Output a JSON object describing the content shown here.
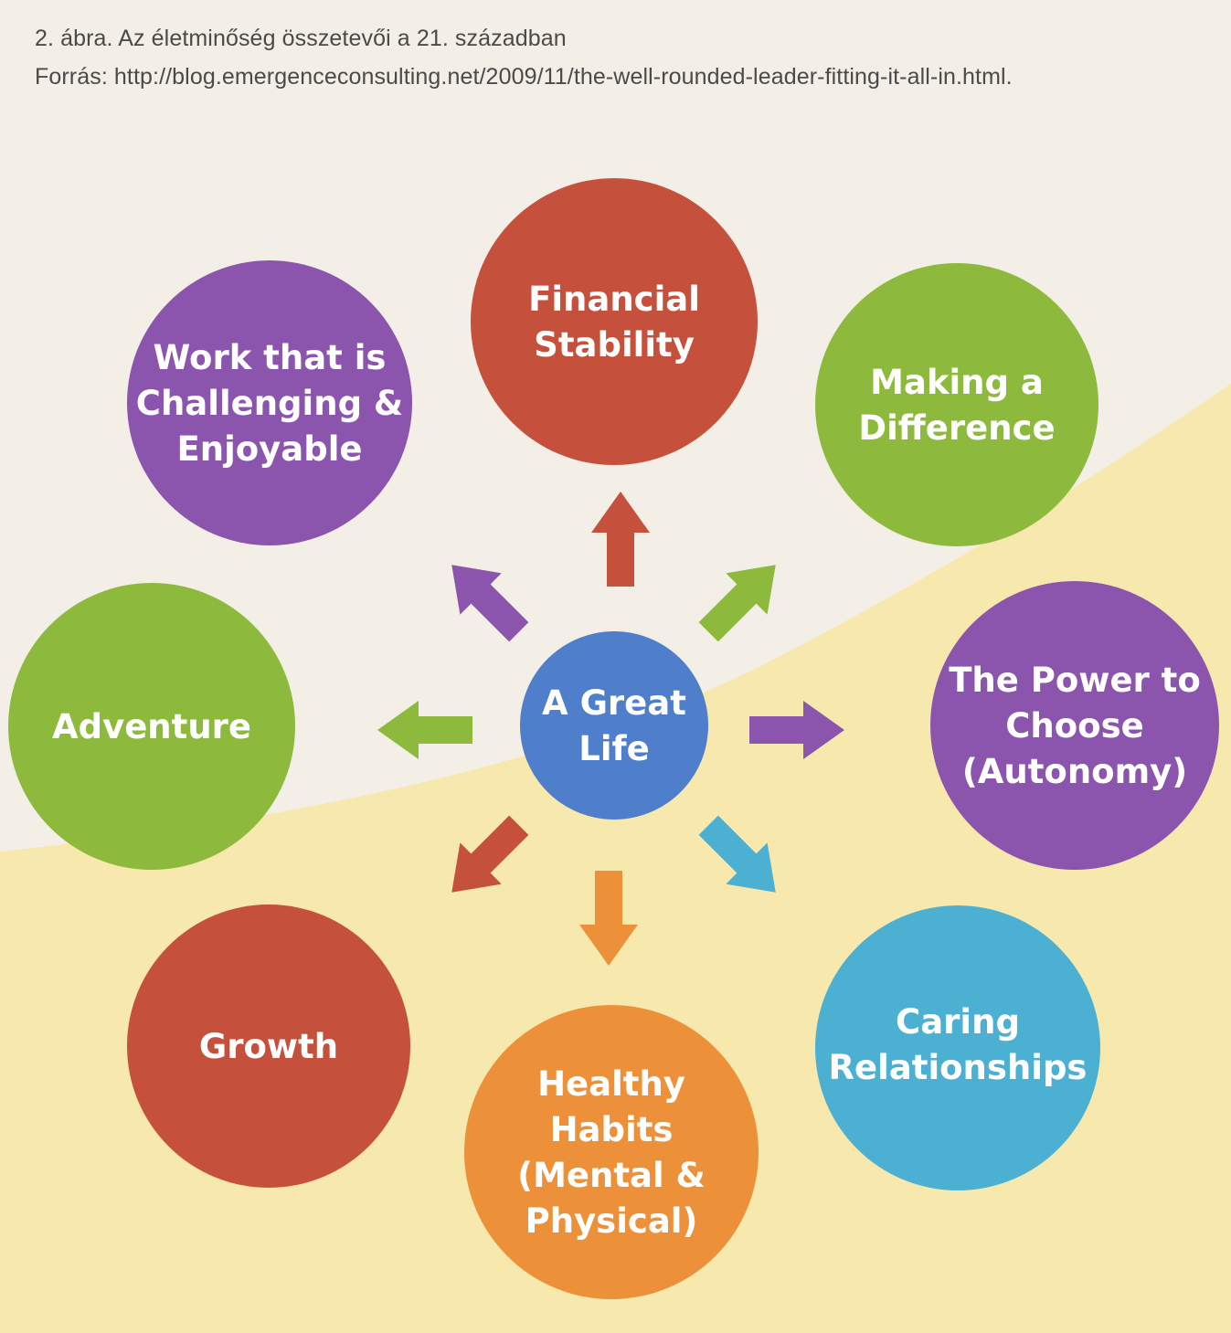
{
  "caption": {
    "figure_title": "2. ábra. Az életminőség összetevői a 21. században",
    "source": "Forrás: http://blog.emergenceconsulting.net/2009/11/the-well-rounded-leader-fitting-it-all-in.html."
  },
  "center": {
    "lines": [
      "A Great",
      "Life"
    ],
    "color": "#4f7fcb"
  },
  "nodes": [
    {
      "id": "financial-stability",
      "lines": [
        "Financial",
        "Stability"
      ],
      "color": "#c5513d",
      "arrow_color": "#c5513d"
    },
    {
      "id": "making-a-difference",
      "lines": [
        "Making a",
        "Difference"
      ],
      "color": "#8dba3c",
      "arrow_color": "#8dba3c"
    },
    {
      "id": "power-to-choose",
      "lines": [
        "The Power to",
        "Choose",
        "(Autonomy)"
      ],
      "color": "#8b55ad",
      "arrow_color": "#8b55ad"
    },
    {
      "id": "caring-relationships",
      "lines": [
        "Caring",
        "Relationships"
      ],
      "color": "#4cb0d3",
      "arrow_color": "#4cb0d3"
    },
    {
      "id": "healthy-habits",
      "lines": [
        "Healthy",
        "Habits",
        "(Mental &",
        "Physical)"
      ],
      "color": "#ec913a",
      "arrow_color": "#ec913a"
    },
    {
      "id": "growth",
      "lines": [
        "Growth"
      ],
      "color": "#c5513d",
      "arrow_color": "#c5513d"
    },
    {
      "id": "adventure",
      "lines": [
        "Adventure"
      ],
      "color": "#8dba3c",
      "arrow_color": "#8dba3c"
    },
    {
      "id": "work-challenging-enjoyable",
      "lines": [
        "Work that is",
        "Challenging &",
        "Enjoyable"
      ],
      "color": "#8b55ad",
      "arrow_color": "#8b55ad"
    }
  ],
  "background": {
    "upper_color": "#f3efe6",
    "lower_color": "#f7e9ae"
  }
}
